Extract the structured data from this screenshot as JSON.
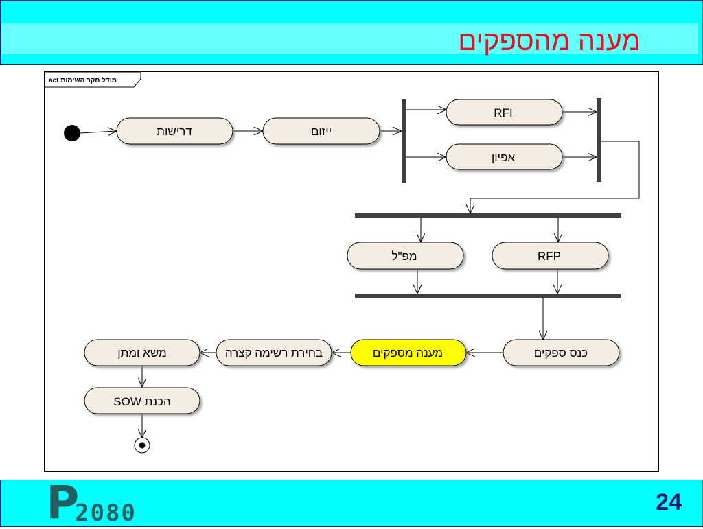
{
  "slide": {
    "title": "מענה מהספקים",
    "page_number": "24",
    "logo_letter": "P",
    "logo_number": "2080"
  },
  "diagram": {
    "frame_tag": "act מודל חקר השימות",
    "nodes": {
      "requirements": "דרישות",
      "initiation": "ייזום",
      "rfi": "RFI",
      "characterization": "אפיון",
      "mapal": "מפ\"ל",
      "rfp": "RFP",
      "vendor_conference": "כנס ספקים",
      "vendor_response": "מענה מספקים",
      "shortlist": "בחירת רשימה קצרה",
      "negotiation": "משא ומתן",
      "sow_preparation": "הכנת SOW"
    },
    "colors": {
      "node_fill": "#f5ede3",
      "highlight_fill": "#ffff00",
      "bar": "#404040",
      "title_red": "#e0141e",
      "band_cyan": "#00ffff"
    }
  }
}
